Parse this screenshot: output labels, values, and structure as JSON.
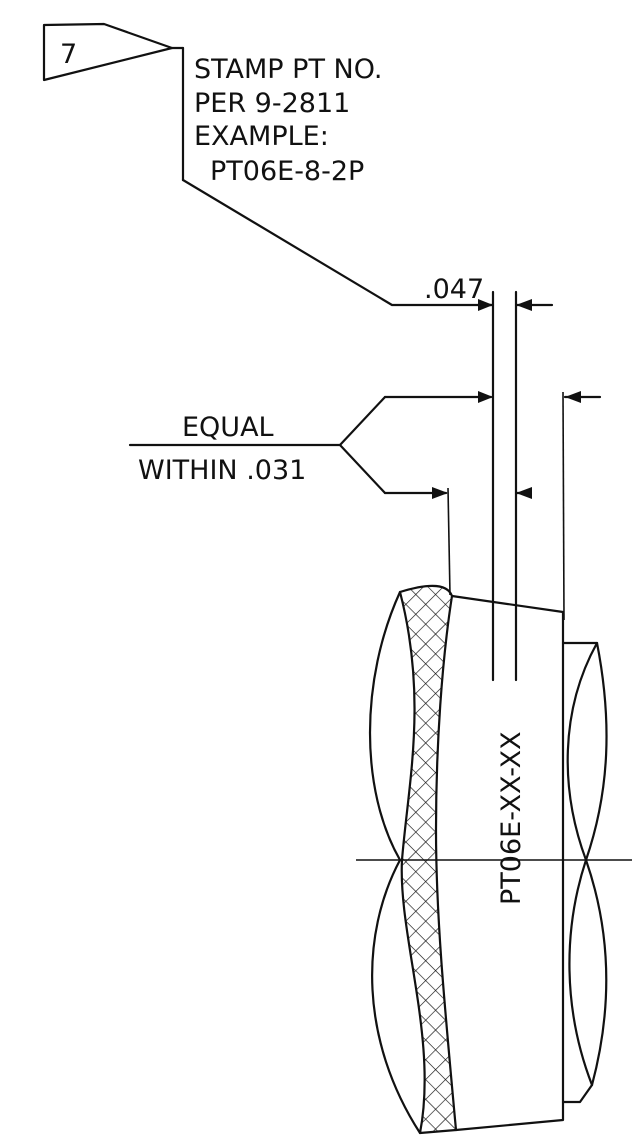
{
  "flag": {
    "number": "7"
  },
  "note": {
    "line1": "STAMP PT NO.",
    "line2": "PER 9-2811",
    "line3": "EXAMPLE:",
    "line4": "PT06E-8-2P"
  },
  "dimension_top": ".047",
  "equal_note": {
    "line1": "EQUAL",
    "line2": "WITHIN .031"
  },
  "part_marking": "PT06E-XX-XX"
}
